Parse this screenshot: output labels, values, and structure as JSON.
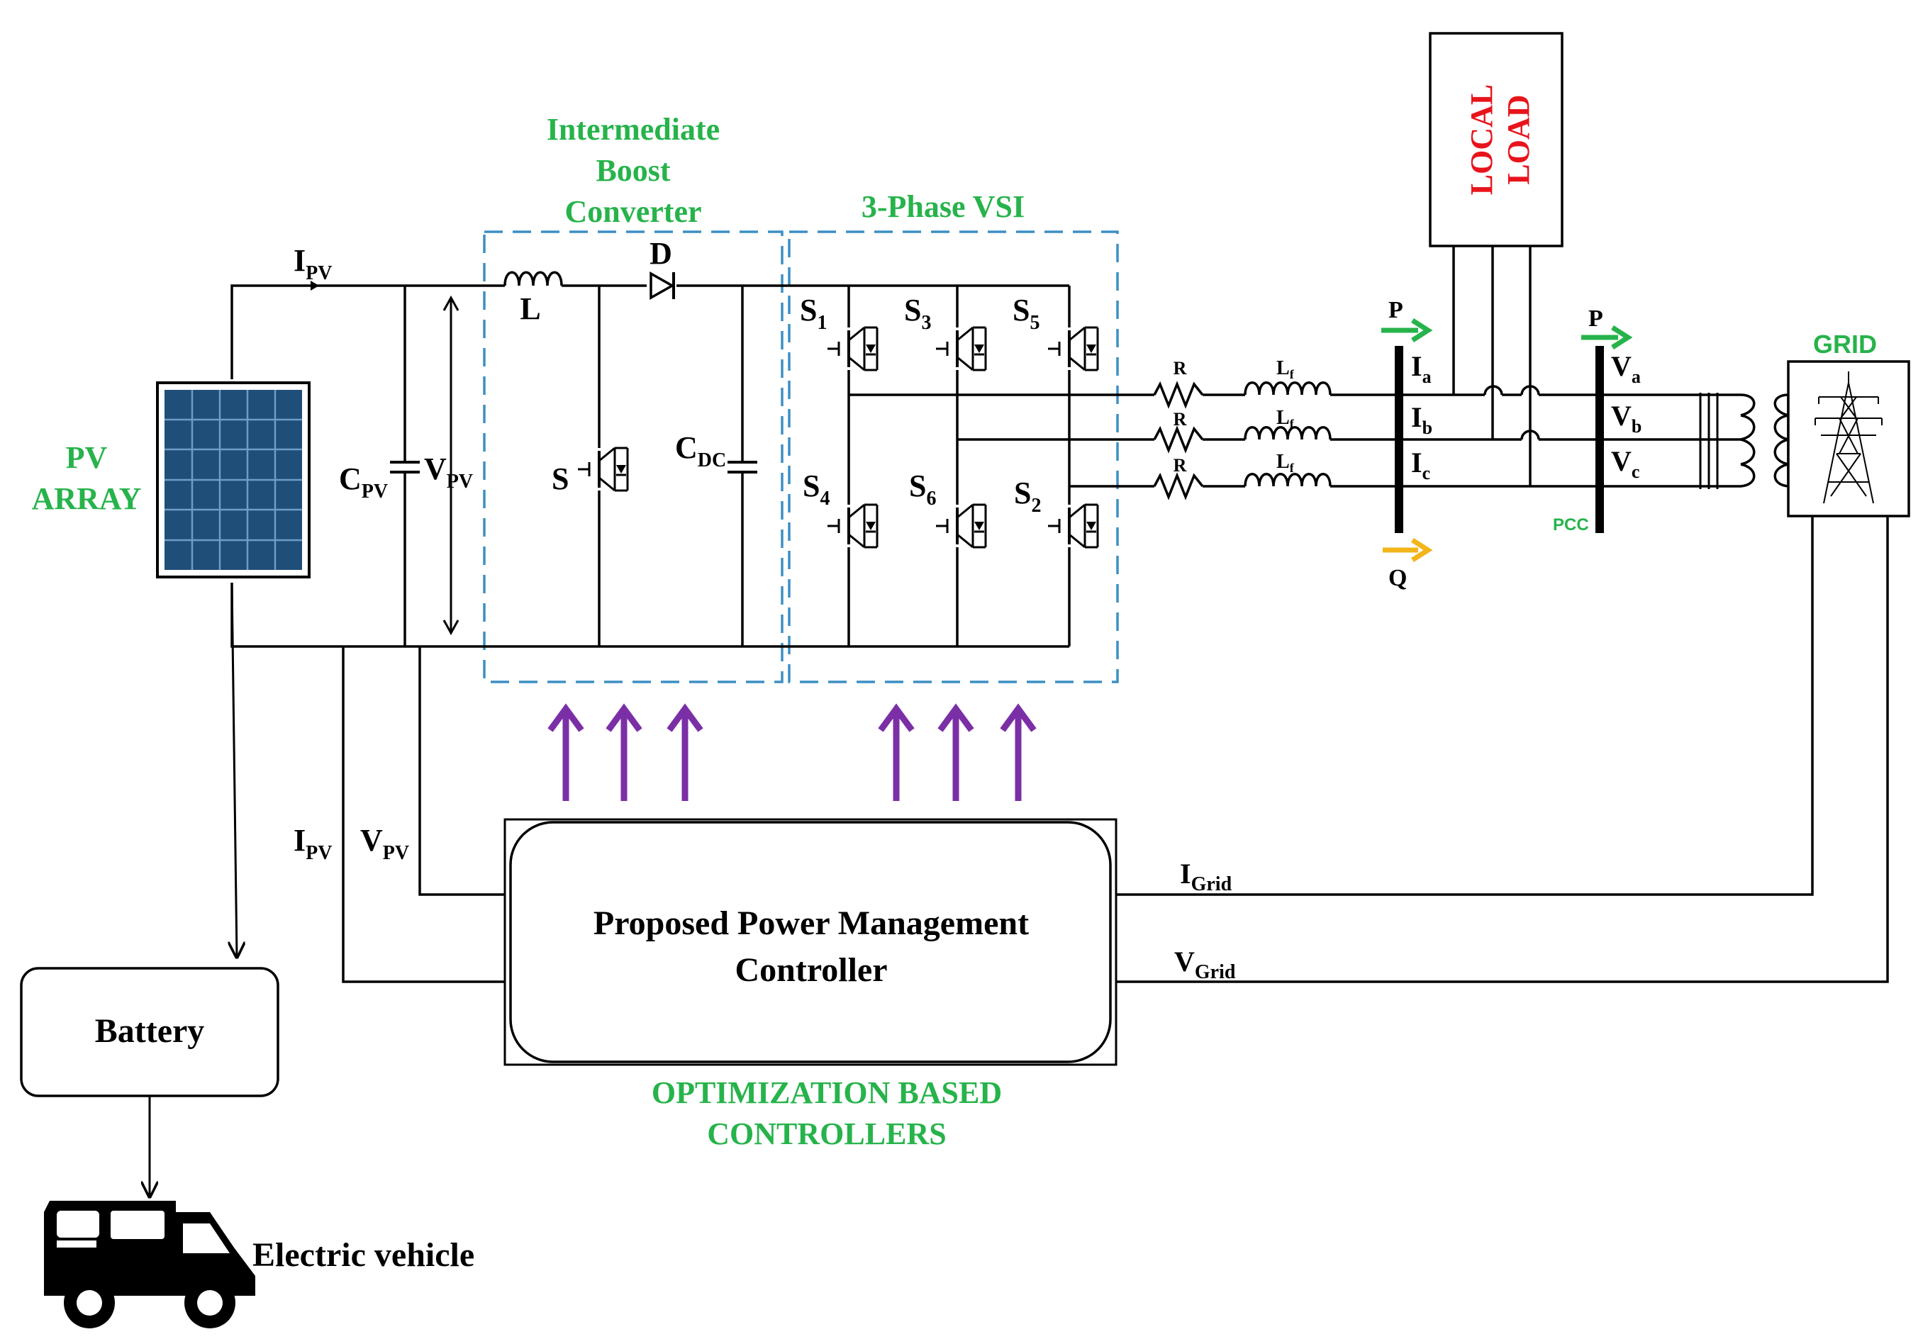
{
  "labels": {
    "boost_title": [
      "Intermediate",
      "Boost",
      "Converter"
    ],
    "vsi_title": "3-Phase VSI",
    "pv_array": [
      "PV",
      "ARRAY"
    ],
    "local_load": [
      "LOCAL",
      "LOAD"
    ],
    "grid": "GRID",
    "pcc": "PCC",
    "controller": [
      "Proposed Power Management",
      "Controller"
    ],
    "optimization": [
      "OPTIMIZATION BASED",
      "CONTROLLERS"
    ],
    "battery": "Battery",
    "ev": "Electric vehicle",
    "inductor": "L",
    "diode": "D",
    "switch": "S",
    "resistor": "R",
    "filter_inductor": "L",
    "filter_inductor_sub": "f",
    "power_p": "P",
    "power_q": "Q"
  },
  "subscripted": {
    "ipv_top": {
      "base": "I",
      "sub": "PV"
    },
    "cpv": {
      "base": "C",
      "sub": "PV"
    },
    "vpv": {
      "base": "V",
      "sub": "PV"
    },
    "cdc": {
      "base": "C",
      "sub": "DC"
    },
    "ipv_bottom": {
      "base": "I",
      "sub": "PV"
    },
    "vpv_bottom": {
      "base": "V",
      "sub": "PV"
    },
    "igrid": {
      "base": "I",
      "sub": "Grid"
    },
    "vgrid": {
      "base": "V",
      "sub": "Grid"
    },
    "ia": {
      "base": "I",
      "sub": "a"
    },
    "ib": {
      "base": "I",
      "sub": "b"
    },
    "ic": {
      "base": "I",
      "sub": "c"
    },
    "va": {
      "base": "V",
      "sub": "a"
    },
    "vb": {
      "base": "V",
      "sub": "b"
    },
    "vc": {
      "base": "V",
      "sub": "c"
    }
  },
  "switches": [
    {
      "base": "S",
      "sub": "1"
    },
    {
      "base": "S",
      "sub": "3"
    },
    {
      "base": "S",
      "sub": "5"
    },
    {
      "base": "S",
      "sub": "4"
    },
    {
      "base": "S",
      "sub": "6"
    },
    {
      "base": "S",
      "sub": "2"
    }
  ],
  "colors": {
    "green": "#27b34b",
    "red": "#e8141c",
    "purple": "#7b2fa6",
    "yellow": "#f2b51a",
    "dash_blue": "#3d8fc4"
  }
}
